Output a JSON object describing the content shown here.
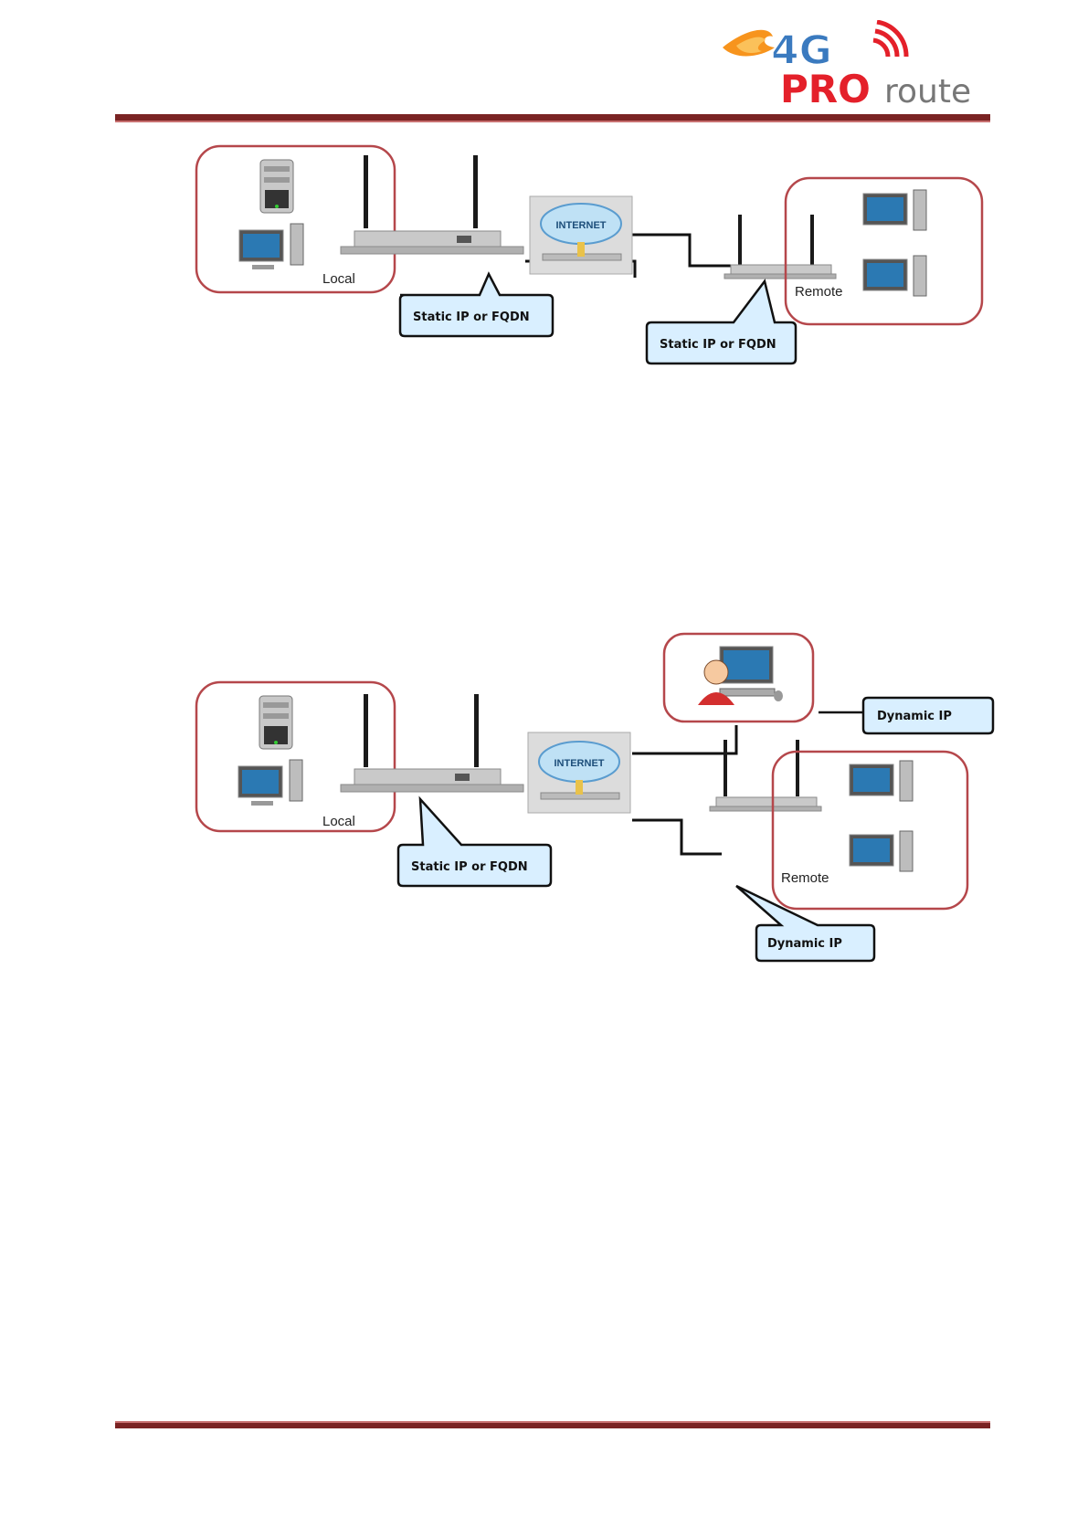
{
  "logo": {
    "top": "4G",
    "brand": "PRO",
    "suffix": "route",
    "colors": {
      "orange": "#f7941d",
      "blue": "#3a7abf",
      "red": "#e4202a",
      "grey": "#777777"
    }
  },
  "colors": {
    "rule": "#7a2323",
    "group_border": "#b5474b",
    "callout_fill": "#d9efff",
    "line": "#111111"
  },
  "diagram1": {
    "local_label": "Local",
    "remote_label": "Remote",
    "internet_label": "INTERNET",
    "callout_local": "Static IP or FQDN",
    "callout_remote": "Static IP or FQDN"
  },
  "diagram2": {
    "local_label": "Local",
    "remote_label": "Remote",
    "internet_label": "INTERNET",
    "callout_local": "Static IP or FQDN",
    "callout_operator": "Dynamic IP",
    "callout_remote": "Dynamic IP"
  }
}
